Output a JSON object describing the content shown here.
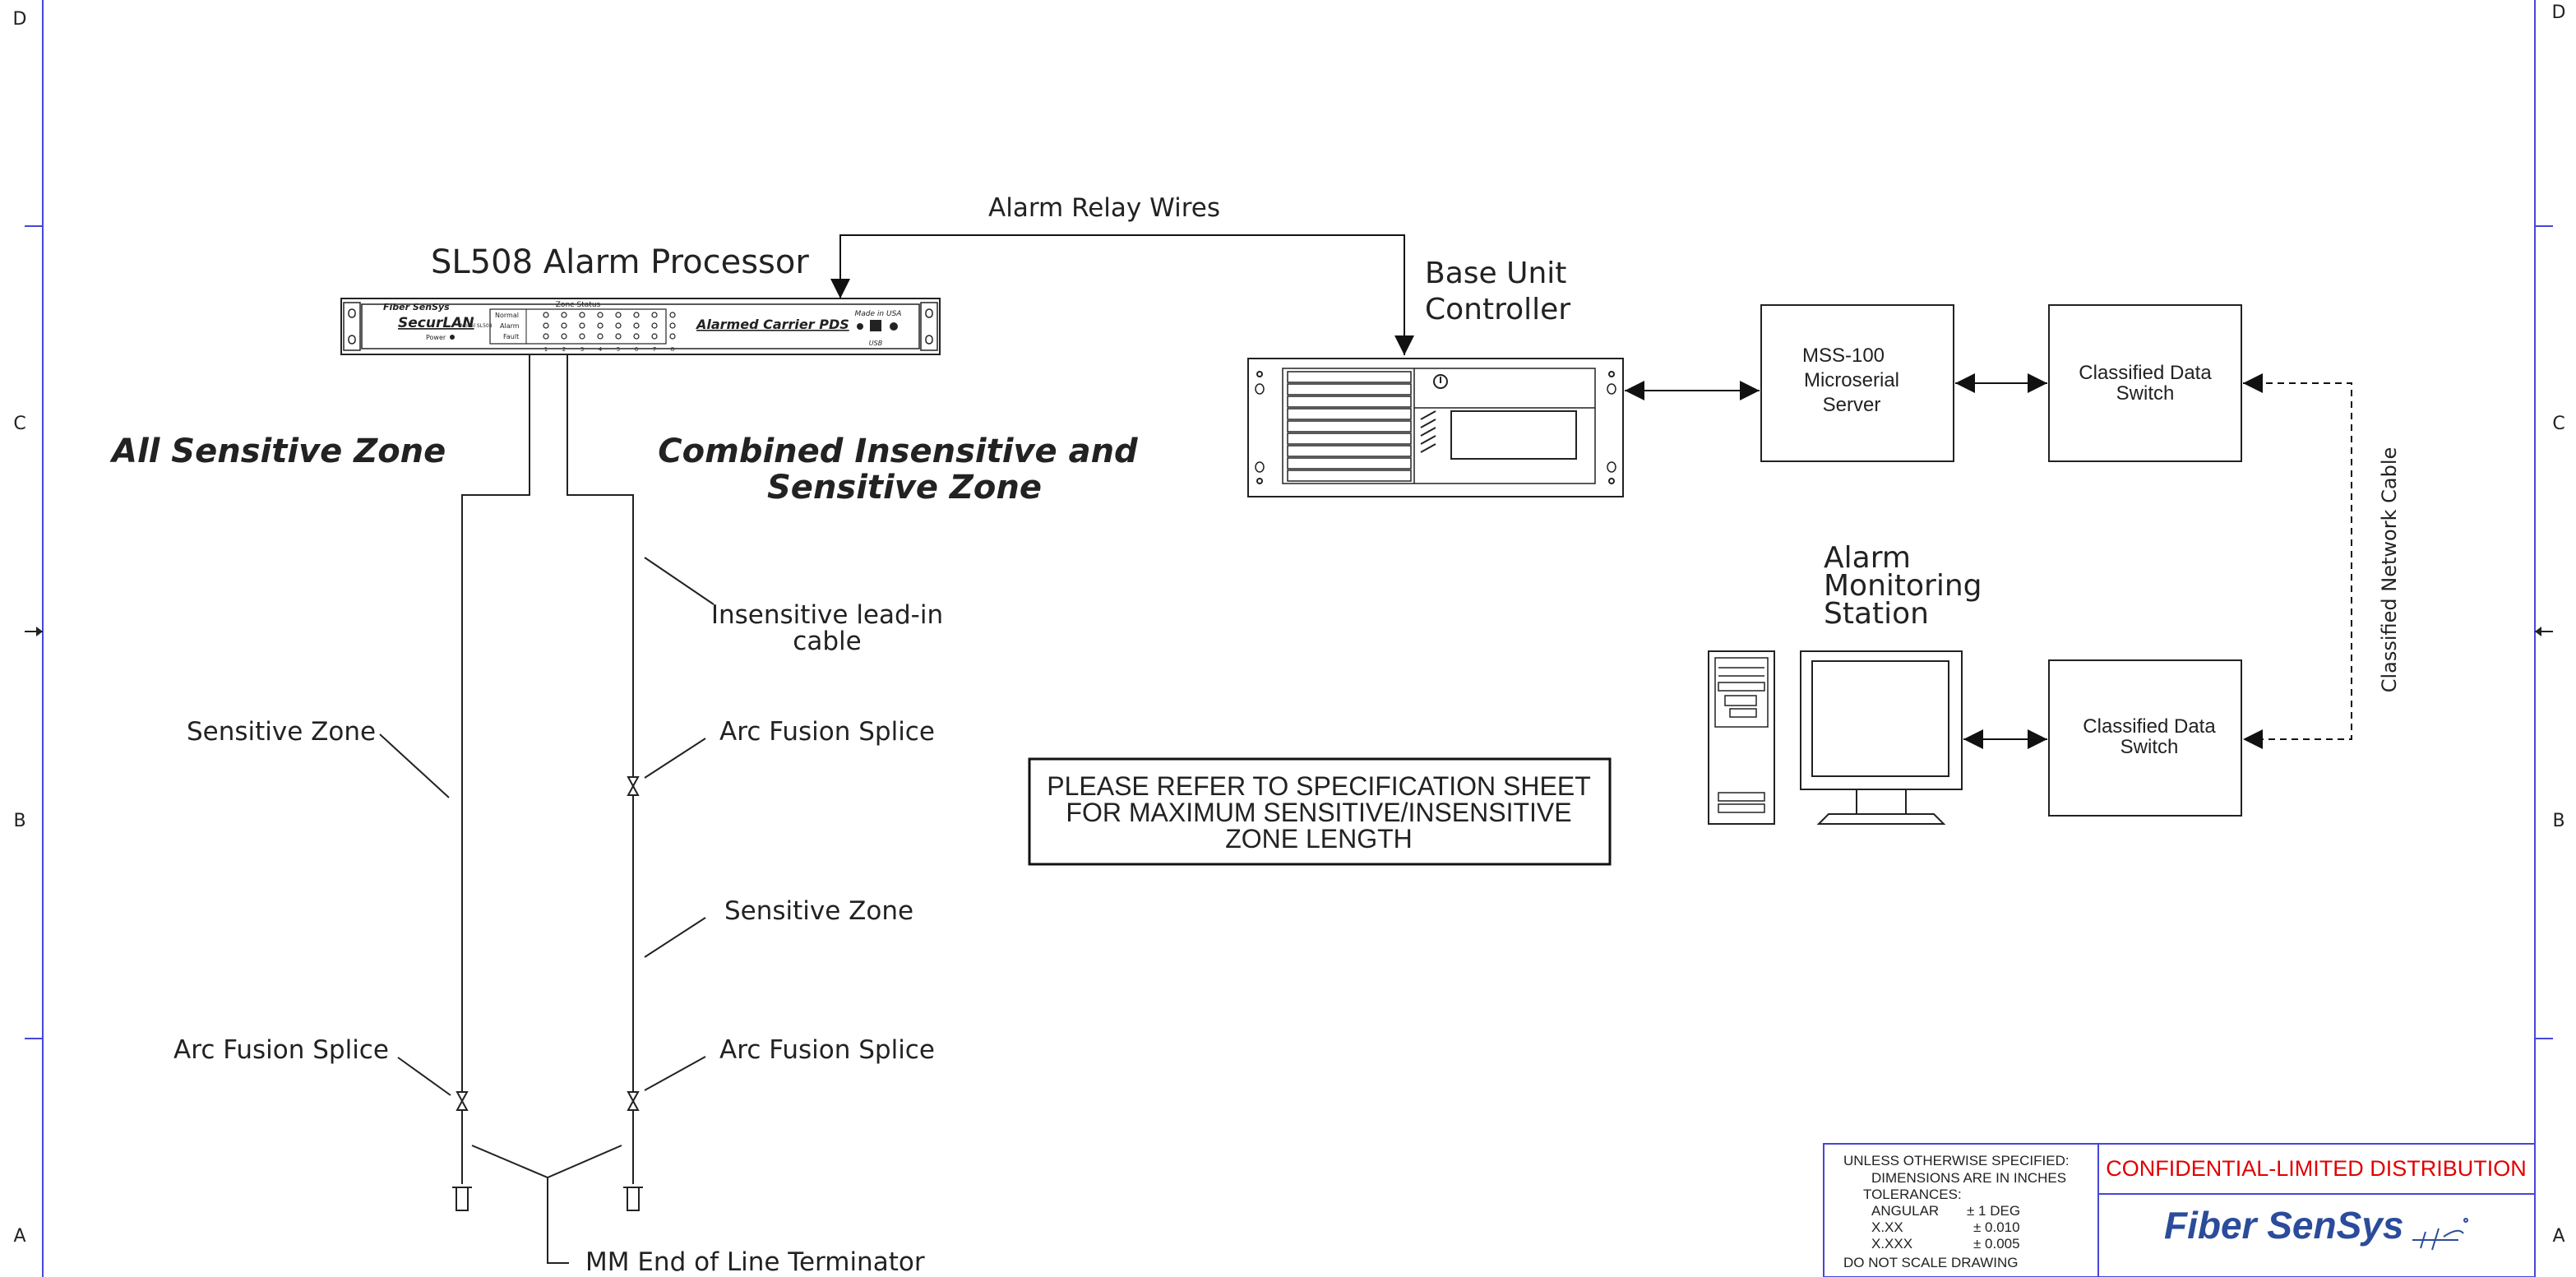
{
  "border": {
    "rows_left": [
      "D",
      "C",
      "B",
      "A"
    ],
    "rows_right": [
      "D",
      "C",
      "B",
      "A"
    ]
  },
  "labels": {
    "alarm_processor": "SL508 Alarm Processor",
    "alarm_relay_wires": "Alarm Relay Wires",
    "base_unit_line1": "Base Unit",
    "base_unit_line2": "Controller",
    "mss_line1": "MSS-100",
    "mss_line2": "Microserial",
    "mss_line3": "Server",
    "cds_top_line1": "Classified Data",
    "cds_top_line2": "Switch",
    "cds_bottom_line1": "Classified Data",
    "cds_bottom_line2": "Switch",
    "classified_network_cable": "Classified Network Cable",
    "ams_line1": "Alarm",
    "ams_line2": "Monitoring",
    "ams_line3": "Station",
    "all_sensitive_zone": "All Sensitive Zone",
    "combined_line1": "Combined Insensitive and",
    "combined_line2": "Sensitive Zone",
    "insensitive_line1": "Insensitive lead-in",
    "insensitive_line2": "cable",
    "sensitive_zone_left": "Sensitive Zone",
    "sensitive_zone_right": "Sensitive Zone",
    "arc_splice_right_top": "Arc Fusion Splice",
    "arc_splice_left_bottom": "Arc Fusion Splice",
    "arc_splice_right_bottom": "Arc Fusion Splice",
    "terminator": "MM End of Line Terminator"
  },
  "notice": {
    "line1": "PLEASE REFER TO SPECIFICATION SHEET",
    "line2": "FOR MAXIMUM SENSITIVE/INSENSITIVE",
    "line3": "ZONE LENGTH"
  },
  "device_panel": {
    "brand_script": "Fiber SenSys",
    "model": "SecurLAN",
    "model_small": "Model SL508",
    "power": "Power",
    "zone_status": "Zone Status",
    "row_normal": "Normal",
    "row_alarm": "Alarm",
    "row_fault": "Fault",
    "zone_numbers": [
      "1",
      "2",
      "3",
      "4",
      "5",
      "6",
      "7",
      "8"
    ],
    "product": "Alarmed Carrier PDS",
    "made_in": "Made in USA",
    "usb": "USB"
  },
  "title_block": {
    "spec_line1": "UNLESS OTHERWISE SPECIFIED:",
    "spec_line2": "DIMENSIONS ARE IN INCHES",
    "spec_line3": "TOLERANCES:",
    "tol_rows": [
      {
        "name": "ANGULAR",
        "value": "± 1 DEG"
      },
      {
        "name": "X.XX",
        "value": "± 0.010"
      },
      {
        "name": "X.XXX",
        "value": "± 0.005"
      }
    ],
    "do_not_scale": "DO NOT SCALE DRAWING",
    "confidential": "CONFIDENTIAL-LIMITED DISTRIBUTION",
    "logo_text": "Fiber SenSys",
    "confidential_color": "#e00000",
    "logo_color": "#2b4b9b"
  },
  "colors": {
    "border": "#4646d8",
    "line": "#222222"
  }
}
